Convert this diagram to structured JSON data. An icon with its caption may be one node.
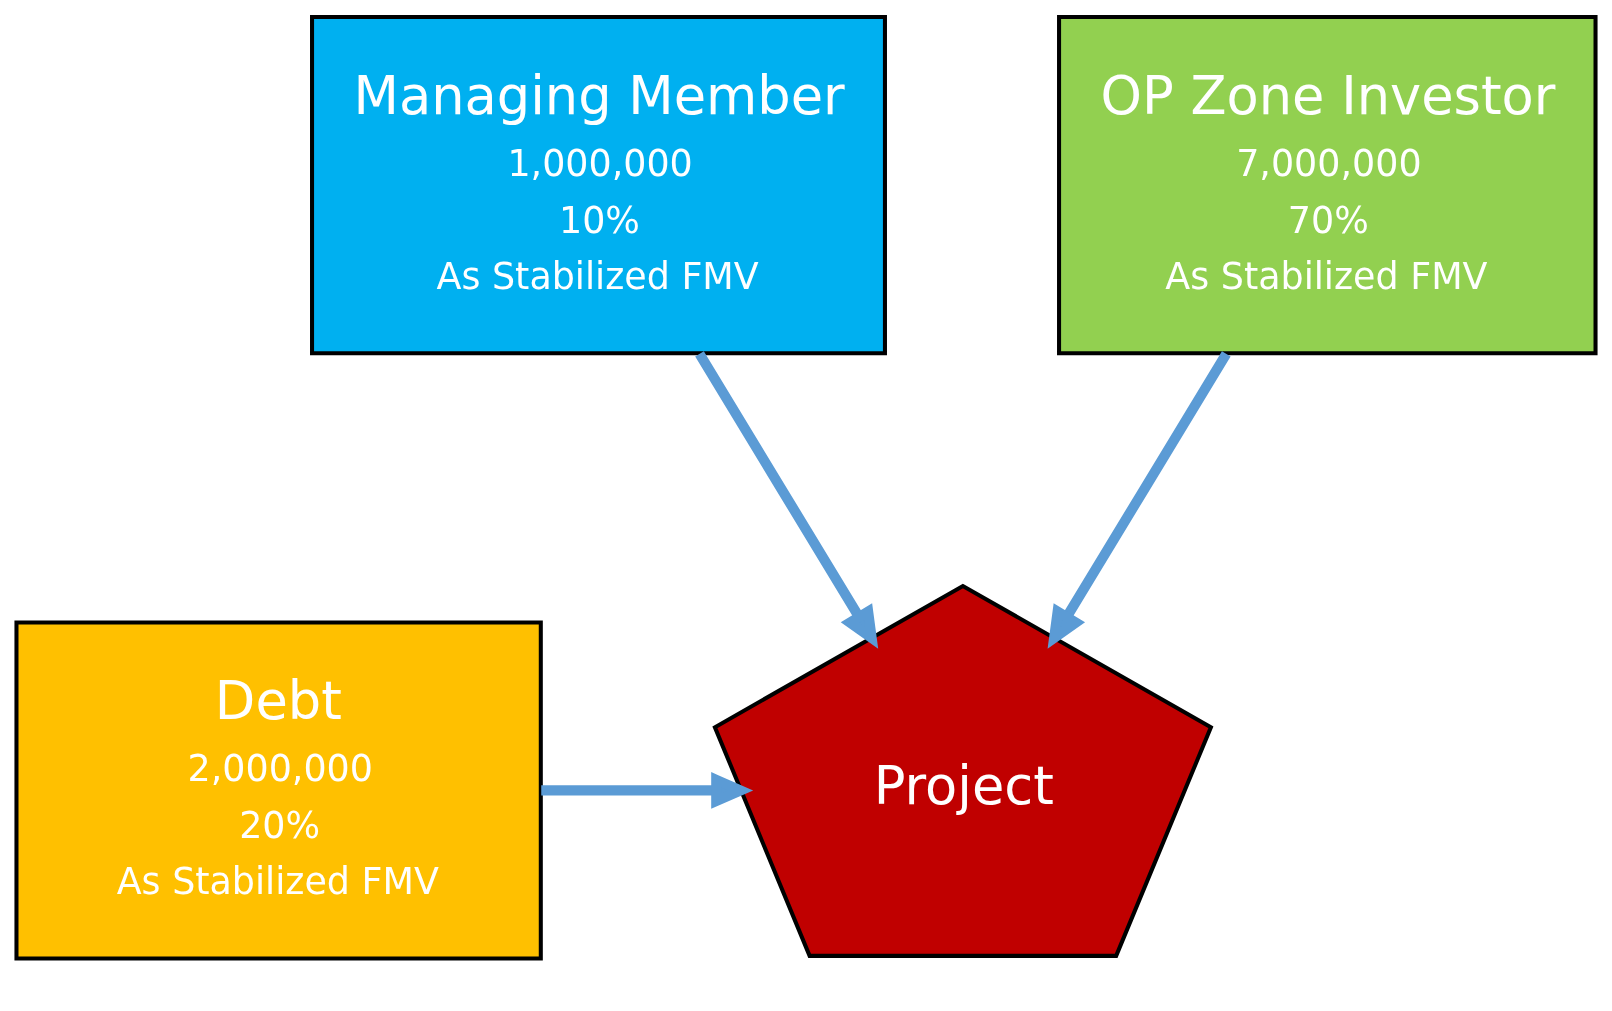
{
  "diagram": {
    "nodes": [
      {
        "text": [
          "Managing Member",
          "1,000,000",
          "10%",
          "As Stabilized FMV"
        ]
      },
      {
        "text": [
          "OP Zone Investor",
          "7,000,000",
          "70%",
          "As Stabilized FMV"
        ]
      },
      {
        "text": [
          "Project"
        ]
      },
      {
        "text": [
          "Debt",
          "2,000,000",
          "20%",
          "As Stabilized FMV"
        ]
      }
    ],
    "edges": [
      {
        "from": 0,
        "to": 2,
        "arrow": "to"
      },
      {
        "from": 1,
        "to": 2,
        "arrow": "to"
      },
      {
        "from": 3,
        "to": 2,
        "arrow": "to"
      }
    ]
  }
}
